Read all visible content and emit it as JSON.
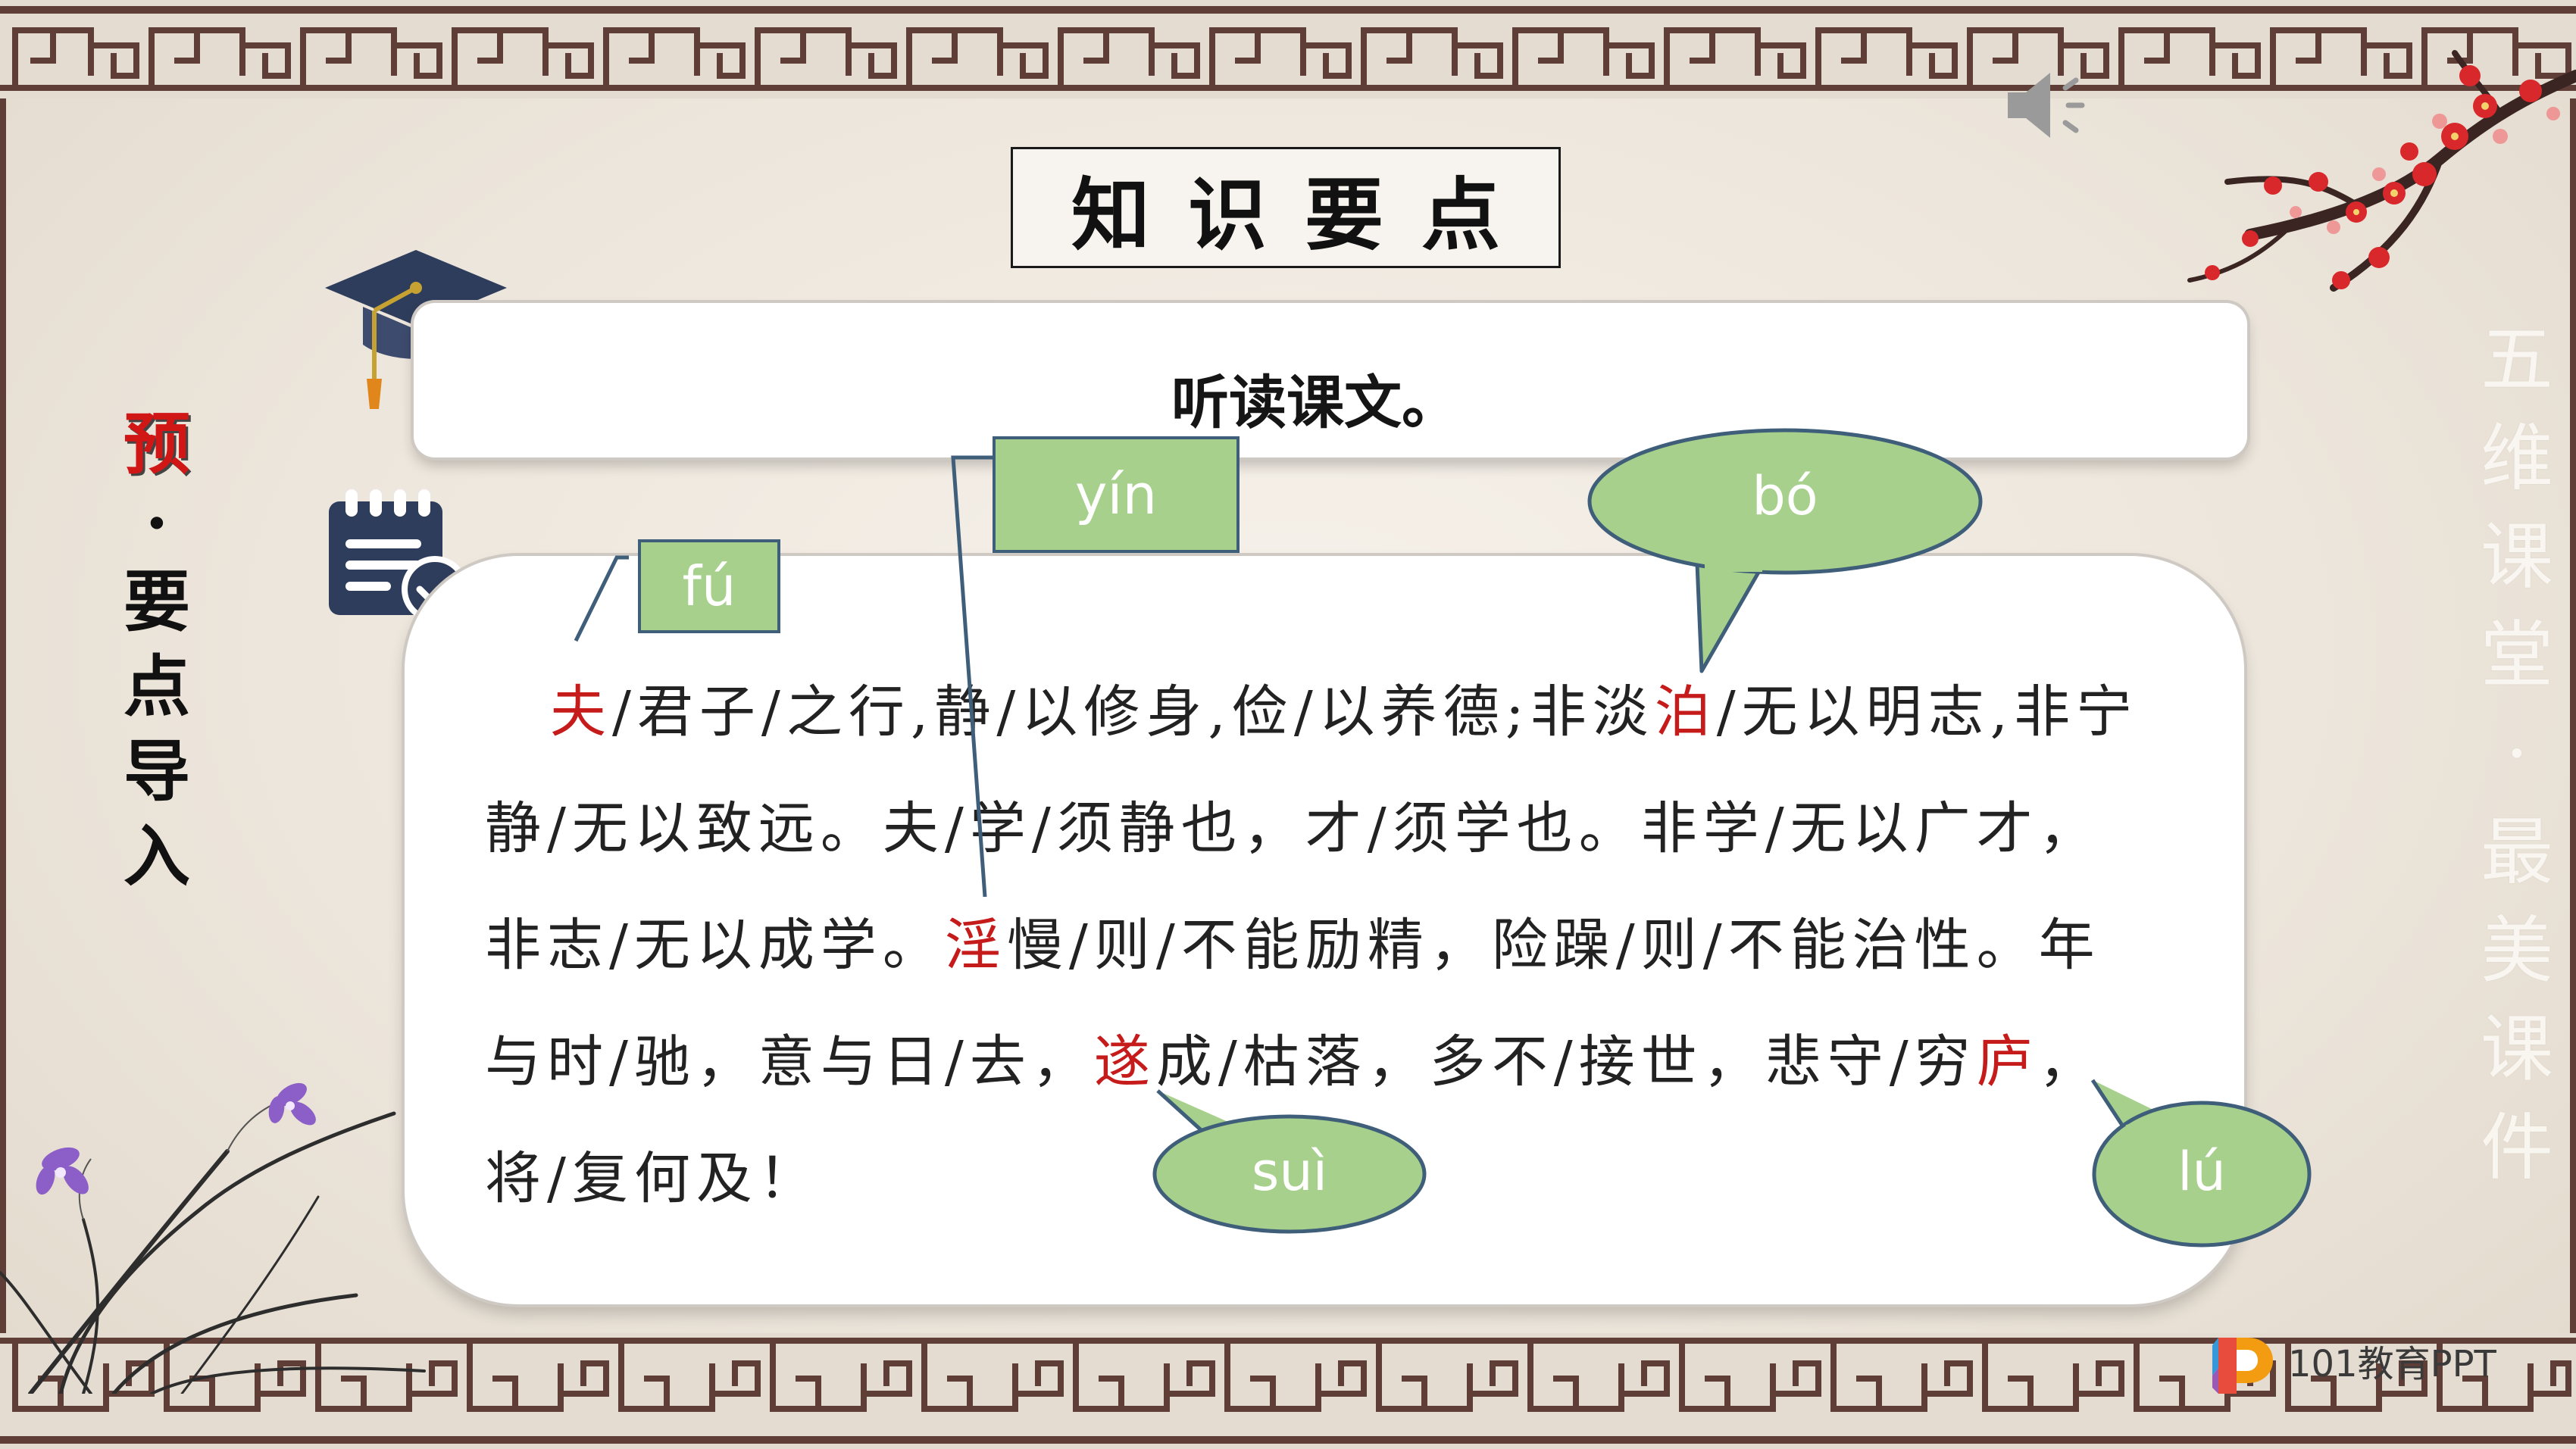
{
  "slide": {
    "title": "知识要点",
    "instruction": "听读课文。",
    "side_label": [
      "预",
      "·",
      "要",
      "点",
      "导",
      "入"
    ],
    "watermark": [
      "五",
      "维",
      "课",
      "堂",
      "·",
      "最",
      "美",
      "课",
      "件"
    ],
    "logo_text": "101教育PPT"
  },
  "passage": {
    "lines": [
      [
        {
          "t": "夫",
          "hl": true
        },
        {
          "t": "/君子/之行,静/以修身,俭/以养德;非淡"
        },
        {
          "t": "泊",
          "hl": true
        },
        {
          "t": "/无以明志,非宁"
        }
      ],
      [
        {
          "t": "静/无以致远。夫/学/须静也，才/须学也。非学/无以广才，"
        }
      ],
      [
        {
          "t": "非志/无以成学。"
        },
        {
          "t": "淫",
          "hl": true
        },
        {
          "t": "慢/则/不能励精，险躁/则/不能治性。年"
        }
      ],
      [
        {
          "t": "与时/驰，意与日/去，"
        },
        {
          "t": "遂",
          "hl": true
        },
        {
          "t": "成/枯落，多不/接世，悲守/穷"
        },
        {
          "t": "庐",
          "hl": true
        },
        {
          "t": "，"
        }
      ],
      [
        {
          "t": "将/复何及！"
        }
      ]
    ]
  },
  "annotations": {
    "fu": "fú",
    "yin": "yín",
    "bo": "bó",
    "sui": "suì",
    "lu": "lú"
  },
  "colors": {
    "highlight": "#c61b1b",
    "annotation_fill": "#a7d08c",
    "annotation_border": "#3f5e7a",
    "frame_brown": "#5e3e36",
    "icon_navy": "#2f3d5c"
  },
  "icons": {
    "speaker": "speaker-icon",
    "cap": "graduation-cap-icon",
    "notepad": "notepad-check-icon",
    "blossom": "plum-blossom-branch",
    "orchid": "orchid-decoration"
  }
}
